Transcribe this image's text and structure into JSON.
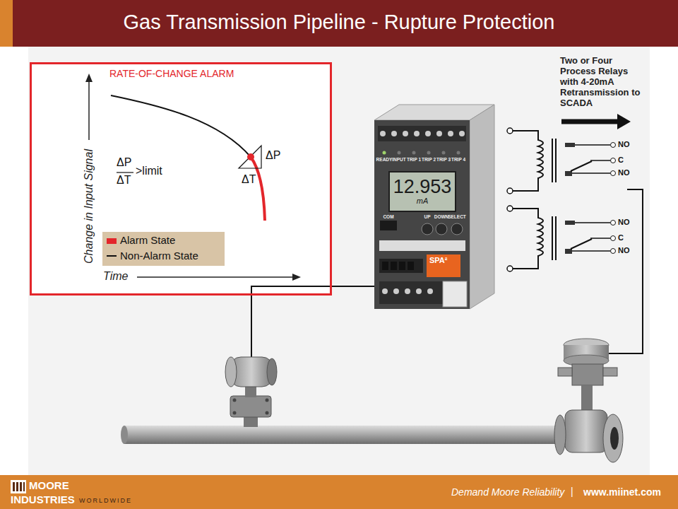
{
  "diagram": {
    "title": "Gas Transmission Pipeline - Rupture Protection",
    "nodes": [
      {
        "text": [
          "RATE-OF-CHANGE ALARM"
        ]
      },
      {
        "text": [
          "12.953",
          "mA"
        ]
      }
    ],
    "labels": [
      "ΔP",
      "ΔT",
      ">limit",
      "ΔP",
      "ΔT",
      "Change in Input Signal",
      "Time",
      "READY",
      "INPUT",
      "TRIP 1",
      "TRIP 2",
      "TRIP 3",
      "TRIP 4",
      "COM",
      "UP",
      "DOWN",
      "SELECT",
      "SPA²",
      "Two or Four Process Relays with 4-20mA Retransmission to SCADA",
      "NO",
      "C",
      "NO",
      "NO",
      "C",
      "NO",
      "MOORE",
      "INDUSTRIES",
      "WORLDWIDE",
      "Demand Moore Reliability",
      "|",
      "www.miinet.com"
    ],
    "legend": [
      {
        "text": "Alarm State",
        "color": "#e3262b"
      },
      {
        "text": "Non-Alarm State"
      }
    ]
  }
}
